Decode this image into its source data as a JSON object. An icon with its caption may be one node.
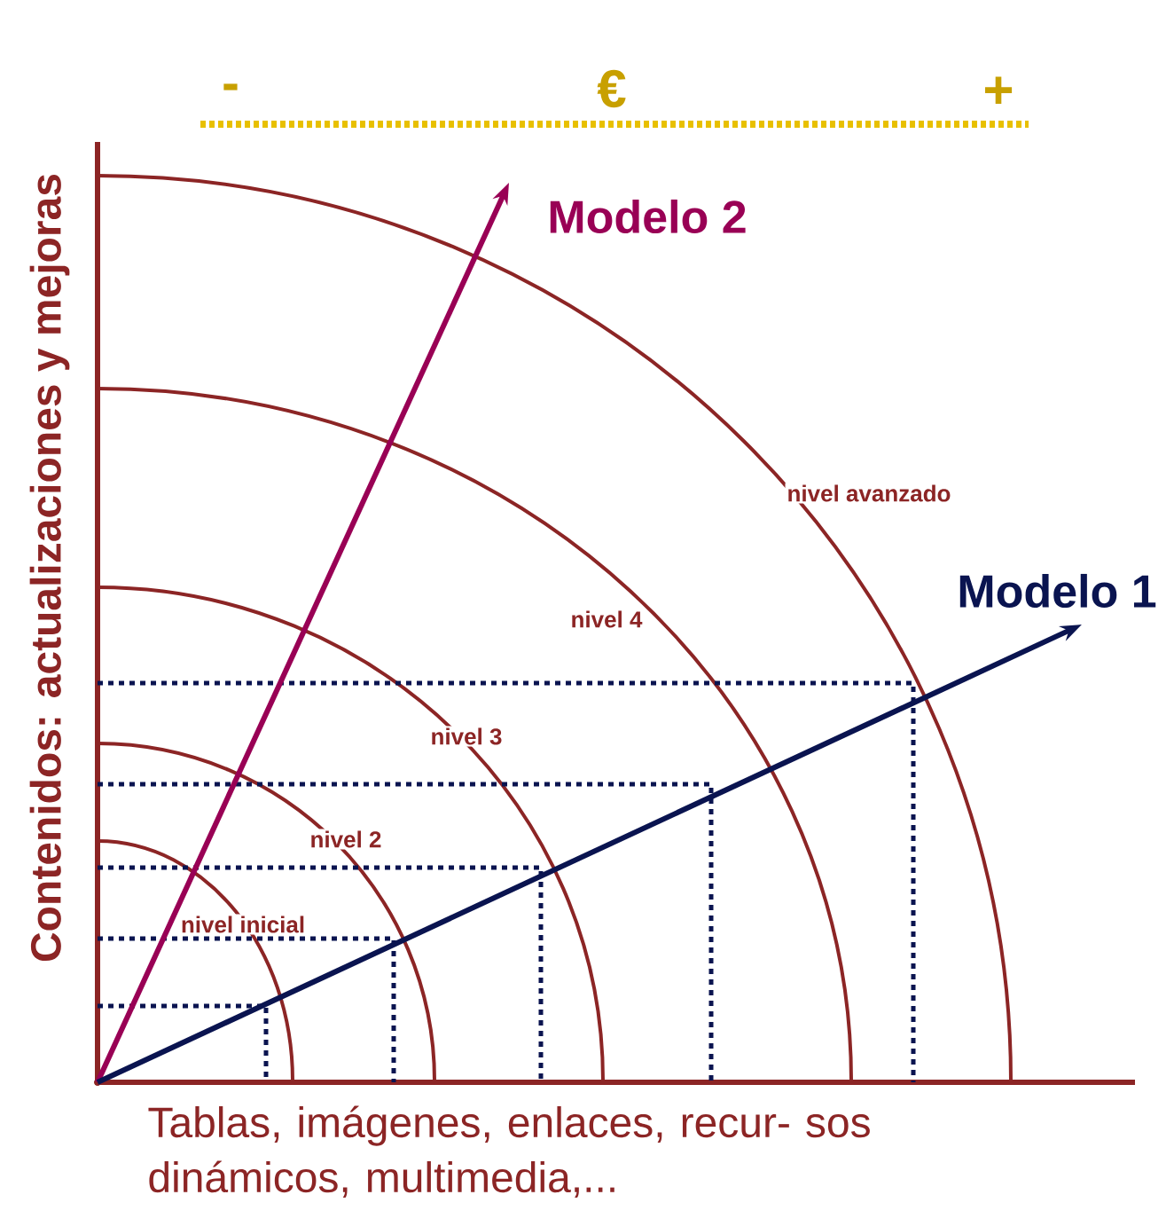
{
  "diagram": {
    "nodes": [
      {
        "text": [
          "Modelo 2"
        ]
      },
      {
        "text": [
          "Modelo 1"
        ]
      },
      {
        "text": [],
        "shape": "point"
      }
    ],
    "edges": [
      {
        "from": 2,
        "to": 0,
        "arrow": "to",
        "color": "#990055"
      },
      {
        "from": 2,
        "to": 1,
        "arrow": "to",
        "color": "#0a1450"
      }
    ],
    "labels": [
      "-",
      "€",
      "+",
      "Contenidos: actualizaciones y mejoras",
      "nivel avanzado",
      "nivel 4",
      "nivel 3",
      "nivel 2",
      "nivel inicial",
      "Tablas, imágenes, enlaces, recur- sos dinámicos, multimedia,..."
    ]
  }
}
